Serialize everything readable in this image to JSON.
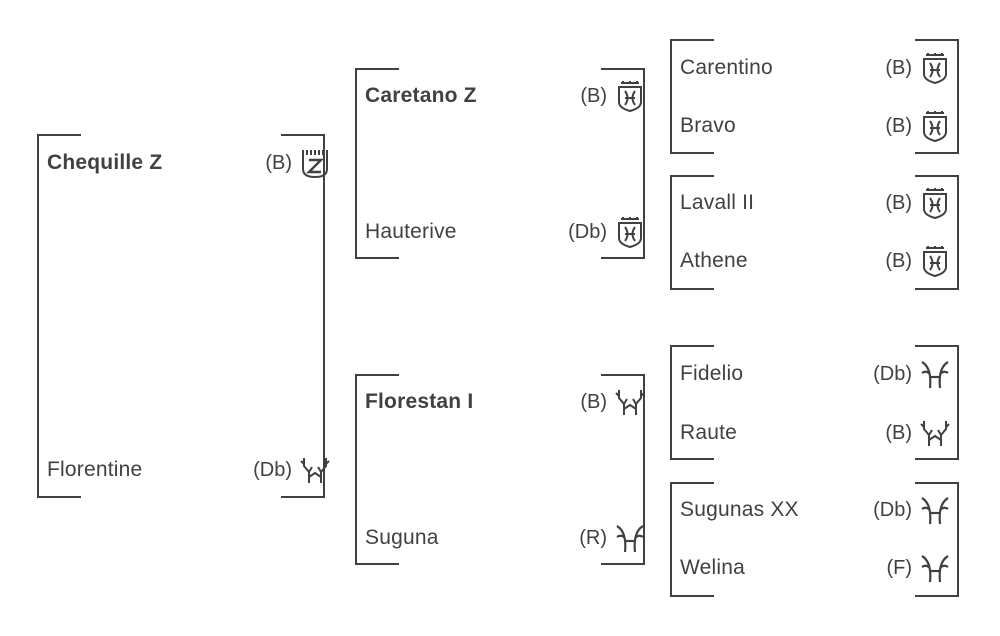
{
  "pedigree": {
    "generation1": [
      {
        "name": "Chequille Z",
        "breed": "(B)",
        "brand_icon": "zangersheide-brand-icon",
        "bold": true
      },
      {
        "name": "Florentine",
        "breed": "(Db)",
        "brand_icon": "trakehner-antlers-brand-icon",
        "bold": false
      }
    ],
    "generation2": [
      {
        "name": "Caretano Z",
        "breed": "(B)",
        "brand_icon": "holsteiner-crown-brand-icon",
        "bold": true
      },
      {
        "name": "Hauterive",
        "breed": "(Db)",
        "brand_icon": "holsteiner-crown-brand-icon",
        "bold": false
      },
      {
        "name": "Florestan I",
        "breed": "(B)",
        "brand_icon": "trakehner-antlers-brand-icon",
        "bold": true
      },
      {
        "name": "Suguna",
        "breed": "(R)",
        "brand_icon": "hanoverian-h-brand-icon",
        "bold": false
      }
    ],
    "generation3": [
      {
        "name": "Carentino",
        "breed": "(B)",
        "brand_icon": "holsteiner-crown-brand-icon"
      },
      {
        "name": "Bravo",
        "breed": "(B)",
        "brand_icon": "holsteiner-crown-brand-icon"
      },
      {
        "name": "Lavall II",
        "breed": "(B)",
        "brand_icon": "holsteiner-crown-brand-icon"
      },
      {
        "name": "Athene",
        "breed": "(B)",
        "brand_icon": "holsteiner-crown-brand-icon"
      },
      {
        "name": "Fidelio",
        "breed": "(Db)",
        "brand_icon": "hanoverian-h-brand-icon"
      },
      {
        "name": "Raute",
        "breed": "(B)",
        "brand_icon": "trakehner-antlers-brand-icon"
      },
      {
        "name": "Sugunas XX",
        "breed": "(Db)",
        "brand_icon": "hanoverian-h-brand-icon"
      },
      {
        "name": "Welina",
        "breed": "(F)",
        "brand_icon": "hanoverian-h-brand-icon"
      }
    ]
  },
  "colors": {
    "ink": "#414042",
    "background": "#ffffff"
  }
}
